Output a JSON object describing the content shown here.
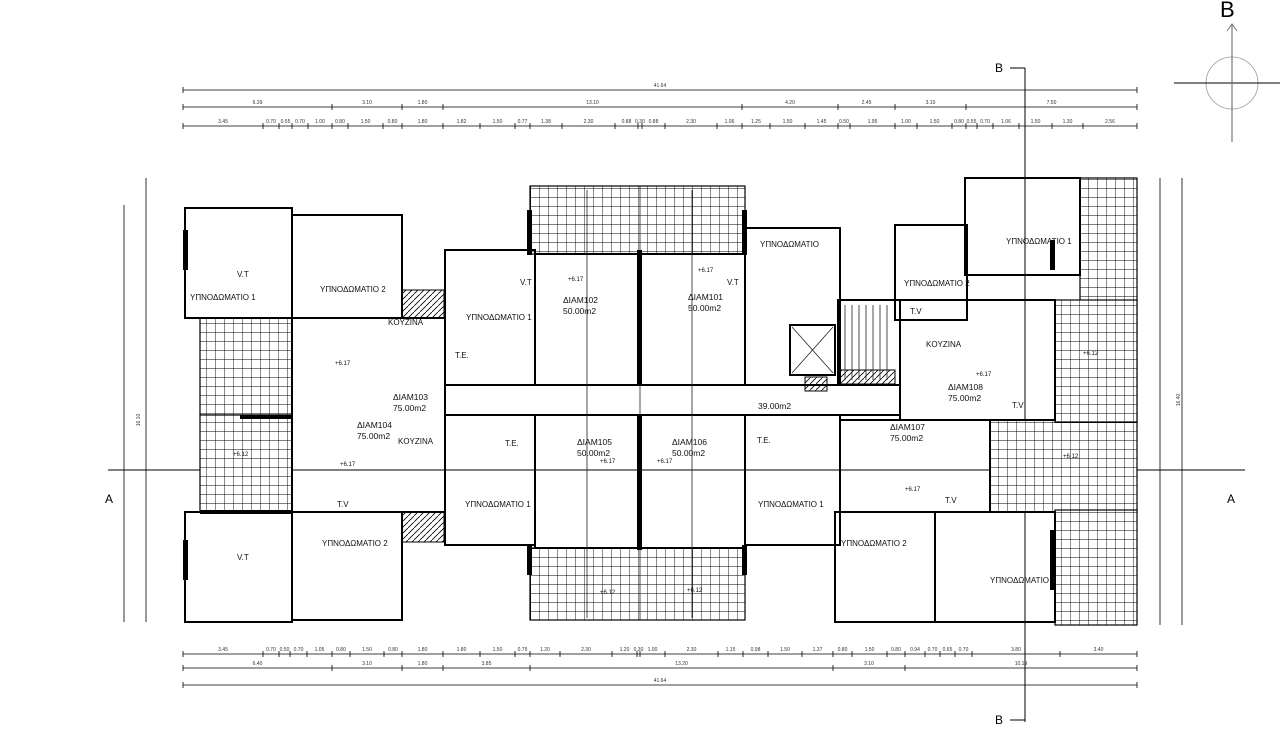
{
  "section_markers": {
    "a": "A",
    "b": "B"
  },
  "dimensions": {
    "top_overall": "41.64",
    "top_row2": [
      "6.39",
      "3.10",
      "1.80",
      "13.10",
      "4.20",
      "2.45",
      "3.10",
      "7.50"
    ],
    "top_row3": [
      "3.45",
      "0.70",
      "0.55",
      "0.70",
      "1.00",
      "0.80",
      "1.50",
      "0.80",
      "1.80",
      "1.82",
      "1.50",
      "0.77",
      "1.38",
      "2.30",
      "0.88",
      "0.30",
      "0.88",
      "2.30",
      "1.06",
      "1.25",
      "1.50",
      "1.45",
      "0.50",
      "1.95",
      "1.00",
      "1.50",
      "0.80",
      "0.55",
      "0.70",
      "1.06",
      "1.50",
      "1.30",
      "2.56"
    ],
    "bottom_row1": [
      "3.45",
      "0.70",
      "0.50",
      "0.70",
      "1.05",
      "0.80",
      "1.50",
      "0.80",
      "1.80",
      "1.80",
      "1.50",
      "0.75",
      "1.20",
      "2.30",
      "1.20",
      "0.30",
      "1.00",
      "2.30",
      "1.15",
      "0.98",
      "1.50",
      "1.37",
      "0.80",
      "1.50",
      "0.80",
      "0.94",
      "0.70",
      "0.65",
      "0.70",
      "3.80",
      "3.40"
    ],
    "bottom_row2": [
      "6.40",
      "3.10",
      "1.80",
      "3.85",
      "13.20",
      "3.10",
      "10.19"
    ],
    "bottom_overall": "41.64",
    "left_overall": "16.10",
    "right_overall": "16.40"
  },
  "rooms": {
    "bedroom1": "ΥΠΝΟΔΩΜΑΤΙΟ 1",
    "bedroom2": "ΥΠΝΟΔΩΜΑΤΙΟ 2",
    "bedroom": "ΥΠΝΟΔΩΜΑΤΙΟ",
    "kitchen": "KOYZINA",
    "te": "T.E.",
    "tv": "T.V",
    "vt": "V.T"
  },
  "apartments": [
    {
      "name": "ΔΙΑΜ101",
      "area": "50.00m2"
    },
    {
      "name": "ΔΙΑΜ102",
      "area": "50.00m2"
    },
    {
      "name": "ΔΙΑΜ103",
      "area": "75.00m2"
    },
    {
      "name": "ΔΙΑΜ104",
      "area": "75.00m2"
    },
    {
      "name": "ΔΙΑΜ105",
      "area": "50.00m2"
    },
    {
      "name": "ΔΙΑΜ106",
      "area": "50.00m2"
    },
    {
      "name": "ΔΙΑΜ107",
      "area": "75.00m2"
    },
    {
      "name": "ΔΙΑΜ108",
      "area": "75.00m2"
    }
  ],
  "corridor_area": "39.00m2",
  "levels": {
    "floor": "+6.17",
    "balcony": "+6.12"
  }
}
